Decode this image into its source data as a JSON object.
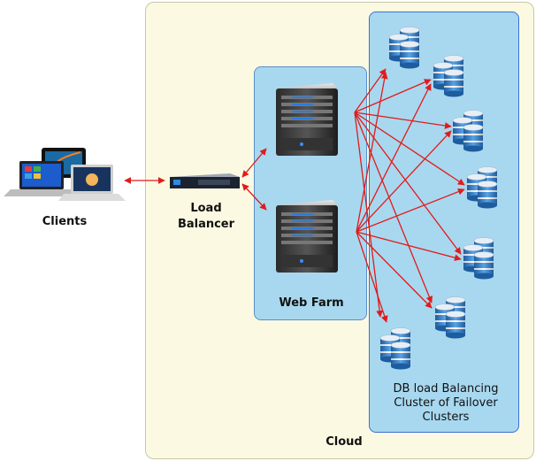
{
  "labels": {
    "clients": "Clients",
    "load_balancer_line1": "Load",
    "load_balancer_line2": "Balancer",
    "web_farm": "Web Farm",
    "db_line1": "DB load Balancing",
    "db_line2": "Cluster of Failover",
    "db_line3": "Clusters",
    "cloud": "Cloud"
  },
  "colors": {
    "cloud_fill": "#fbf9e1",
    "panel_fill": "#a8d8ef",
    "arrow": "#e11b1b",
    "db_stack": "#3a7fc4"
  },
  "icons": {
    "clients": "laptops-tablet-icon",
    "load_balancer": "rack-appliance-icon",
    "web_servers": "server-tower-icon",
    "databases": "database-stack-icon"
  }
}
